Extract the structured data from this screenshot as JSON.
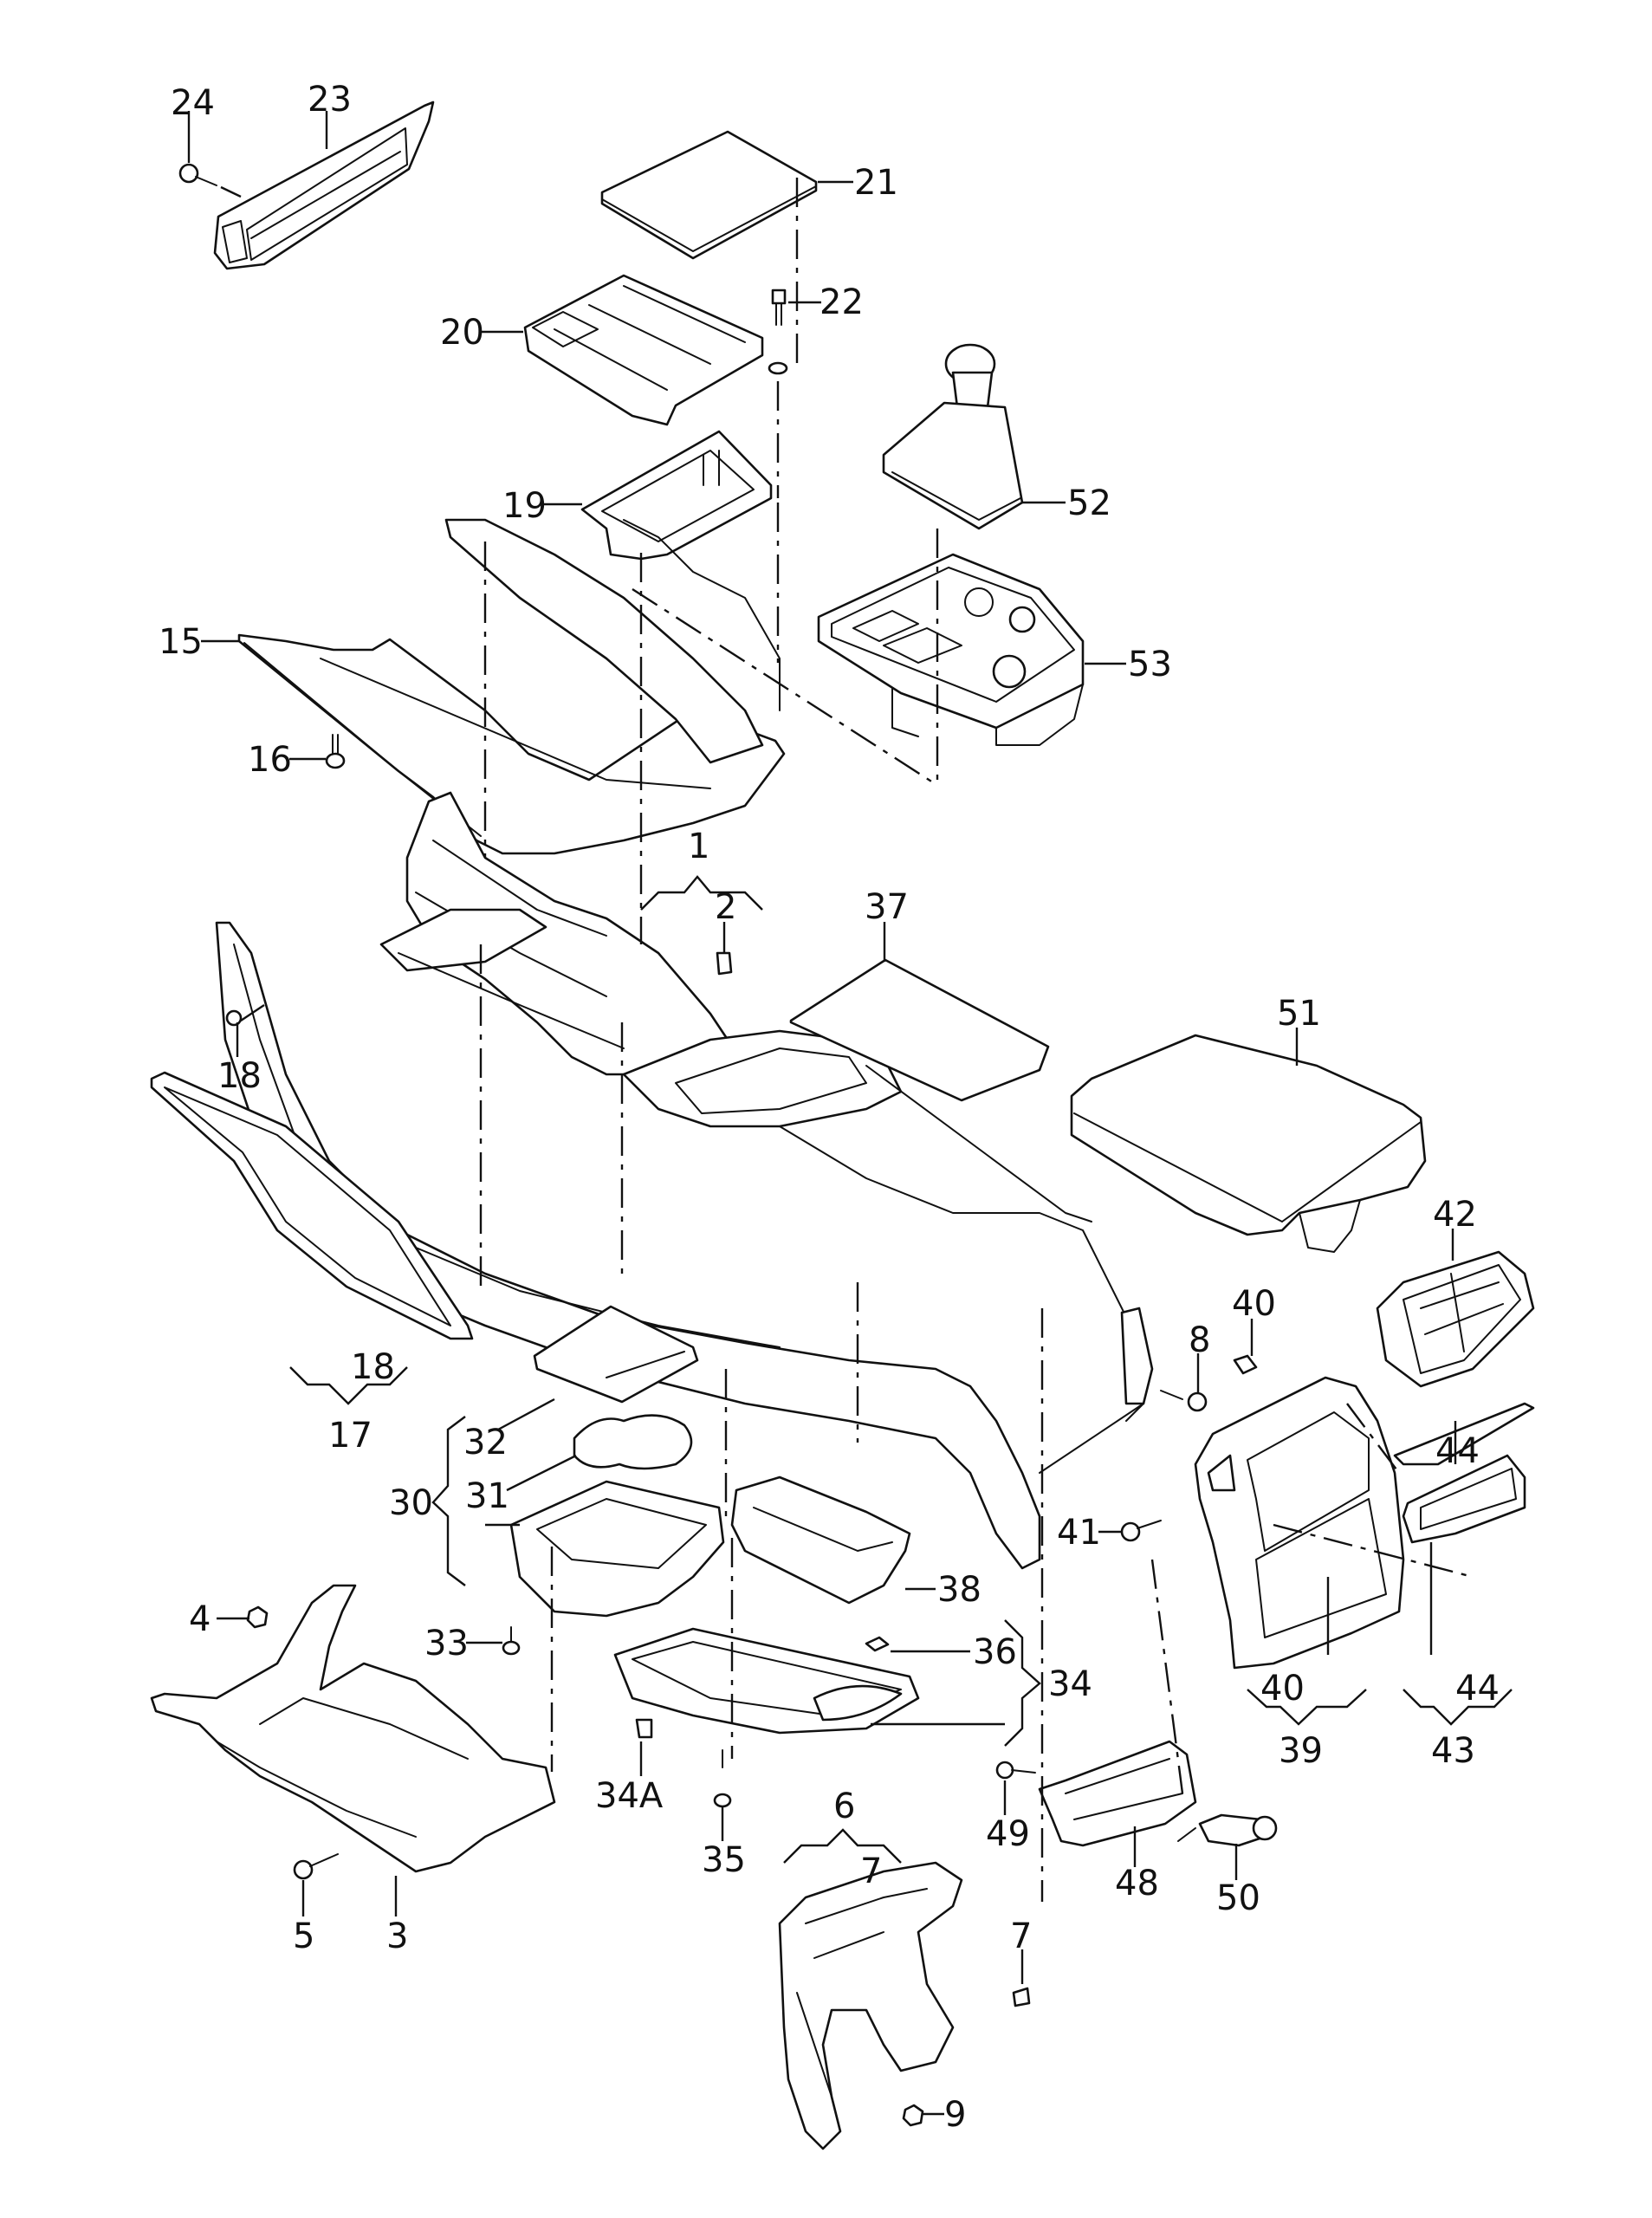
{
  "diagram": {
    "type": "exploded-parts-diagram",
    "subject": "center console assembly",
    "callouts": [
      {
        "id": "c24",
        "label": "24",
        "part": "screw"
      },
      {
        "id": "c23",
        "label": "23",
        "part": "trim strip with vents"
      },
      {
        "id": "c21",
        "label": "21",
        "part": "cover lid"
      },
      {
        "id": "c22",
        "label": "22",
        "part": "bolt"
      },
      {
        "id": "c20",
        "label": "20",
        "part": "switch panel carrier"
      },
      {
        "id": "c19",
        "label": "19",
        "part": "storage tray"
      },
      {
        "id": "c52",
        "label": "52",
        "part": "gear shift knob with boot"
      },
      {
        "id": "c15",
        "label": "15",
        "part": "side trim panel"
      },
      {
        "id": "c53",
        "label": "53",
        "part": "control panel (MMI)"
      },
      {
        "id": "c16",
        "label": "16",
        "part": "screw"
      },
      {
        "id": "c1",
        "label": "1",
        "part": "console bracket"
      },
      {
        "id": "c2",
        "label": "2",
        "part": "clip"
      },
      {
        "id": "c37",
        "label": "37",
        "part": "insulation mat"
      },
      {
        "id": "c51",
        "label": "51",
        "part": "armrest"
      },
      {
        "id": "c18a",
        "label": "18",
        "part": "expanding rivet"
      },
      {
        "id": "c42",
        "label": "42",
        "part": "rear air vent"
      },
      {
        "id": "c40a",
        "label": "40",
        "part": "clip"
      },
      {
        "id": "c8",
        "label": "8",
        "part": "bolt"
      },
      {
        "id": "c18b",
        "label": "18",
        "part": "expanding rivet"
      },
      {
        "id": "c17",
        "label": "17",
        "part": "side panel"
      },
      {
        "id": "c32",
        "label": "32",
        "part": "cup holder cover"
      },
      {
        "id": "c44a",
        "label": "44",
        "part": "trim frame"
      },
      {
        "id": "c30",
        "label": "30",
        "part": "cup holder assembly"
      },
      {
        "id": "c31",
        "label": "31",
        "part": "cup holder insert mat"
      },
      {
        "id": "c41",
        "label": "41",
        "part": "bolt"
      },
      {
        "id": "c38",
        "label": "38",
        "part": "switch module"
      },
      {
        "id": "c4",
        "label": "4",
        "part": "nut"
      },
      {
        "id": "c33",
        "label": "33",
        "part": "screw"
      },
      {
        "id": "c36",
        "label": "36",
        "part": "clip nut"
      },
      {
        "id": "c34",
        "label": "34",
        "part": "storage compartment"
      },
      {
        "id": "c40b",
        "label": "40",
        "part": "clip"
      },
      {
        "id": "c44b",
        "label": "44",
        "part": "trim frame"
      },
      {
        "id": "c39",
        "label": "39",
        "part": "rear console trim"
      },
      {
        "id": "c43",
        "label": "43",
        "part": "storage tray"
      },
      {
        "id": "c34A",
        "label": "34A",
        "part": "clip"
      },
      {
        "id": "c49",
        "label": "49",
        "part": "screw"
      },
      {
        "id": "c6",
        "label": "6",
        "part": "support bracket"
      },
      {
        "id": "c48",
        "label": "48",
        "part": "rear control unit"
      },
      {
        "id": "c35",
        "label": "35",
        "part": "screw"
      },
      {
        "id": "c7a",
        "label": "7",
        "part": "clip nut"
      },
      {
        "id": "c5",
        "label": "5",
        "part": "bolt"
      },
      {
        "id": "c3",
        "label": "3",
        "part": "front mounting bracket"
      },
      {
        "id": "c50",
        "label": "50",
        "part": "12V socket"
      },
      {
        "id": "c7b",
        "label": "7",
        "part": "clip nut"
      },
      {
        "id": "c9",
        "label": "9",
        "part": "nut"
      }
    ]
  }
}
